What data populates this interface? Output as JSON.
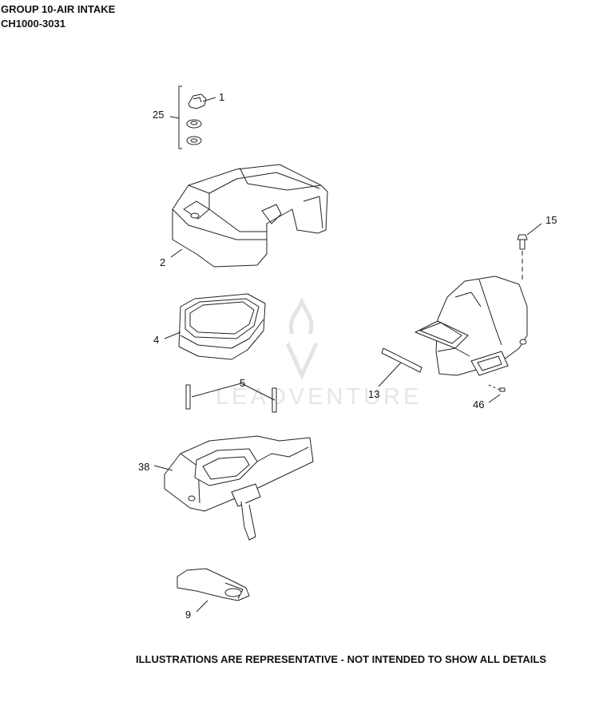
{
  "header": {
    "line1": "GROUP 10-AIR INTAKE",
    "line2": "CH1000-3031"
  },
  "footer": "ILLUSTRATIONS ARE REPRESENTATIVE - NOT INTENDED TO SHOW ALL DETAILS",
  "watermark": "LEADVENTURE",
  "callouts": {
    "c1": "1",
    "c25": "25",
    "c2": "2",
    "c15": "15",
    "c4": "4",
    "c5": "5",
    "c13": "13",
    "c46": "46",
    "c38": "38",
    "c9": "9"
  },
  "colors": {
    "line": "#222222",
    "watermark": "#e6e6e6"
  }
}
